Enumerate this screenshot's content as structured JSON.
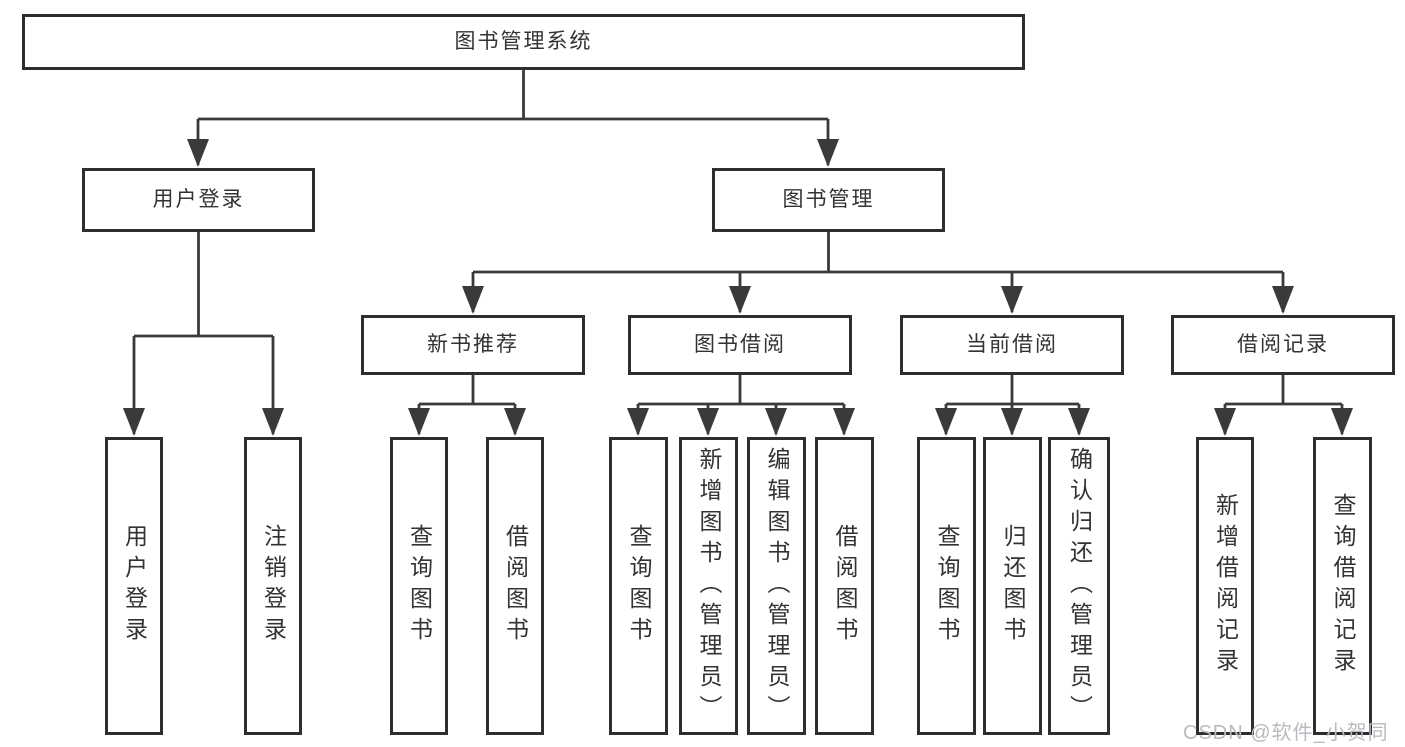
{
  "tree": {
    "root": {
      "label": "图书管理系统",
      "children": [
        {
          "label": "用户登录",
          "children": [
            {
              "label": "用户登录"
            },
            {
              "label": "注销登录"
            }
          ]
        },
        {
          "label": "图书管理",
          "children": [
            {
              "label": "新书推荐",
              "children": [
                {
                  "label": "查询图书"
                },
                {
                  "label": "借阅图书"
                }
              ]
            },
            {
              "label": "图书借阅",
              "children": [
                {
                  "label": "查询图书"
                },
                {
                  "label": "新增图书（管理员）"
                },
                {
                  "label": "编辑图书（管理员）"
                },
                {
                  "label": "借阅图书"
                }
              ]
            },
            {
              "label": "当前借阅",
              "children": [
                {
                  "label": "查询图书"
                },
                {
                  "label": "归还图书"
                },
                {
                  "label": "确认归还（管理员）"
                }
              ]
            },
            {
              "label": "借阅记录",
              "children": [
                {
                  "label": "新增借阅记录"
                },
                {
                  "label": "查询借阅记录"
                }
              ]
            }
          ]
        }
      ]
    }
  },
  "watermark": {
    "text": "CSDN @软件_小贺同学"
  },
  "colors": {
    "line": "#3a3a3a",
    "box_border": "#2e2e2e",
    "text": "#333333",
    "watermark": "#b7bbc0"
  }
}
